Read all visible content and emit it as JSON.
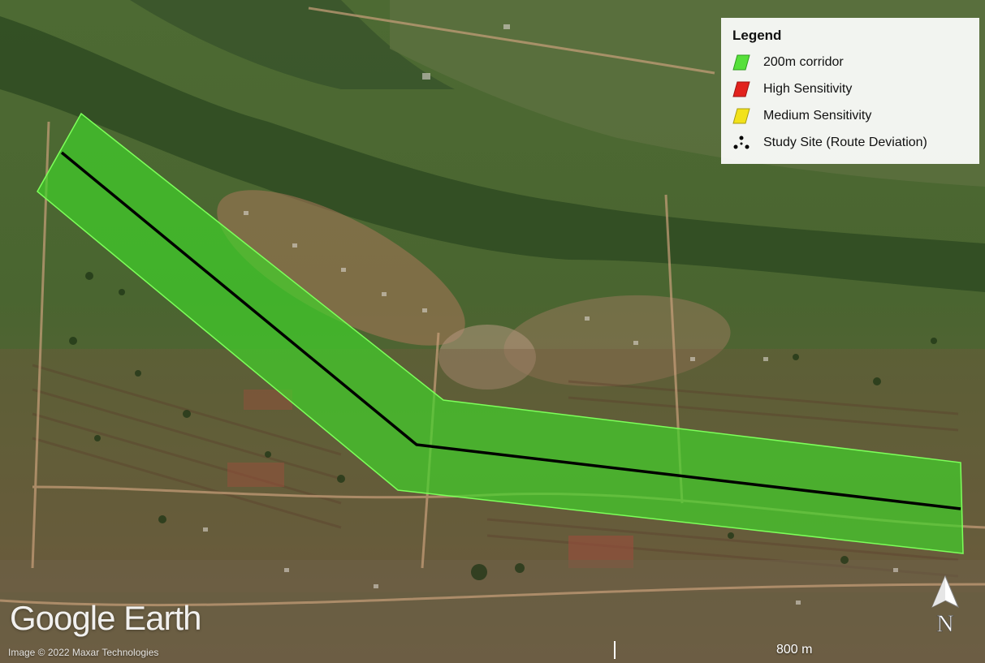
{
  "legend": {
    "title": "Legend",
    "items": [
      {
        "label": "200m corridor",
        "color": "#56e03a",
        "icon": "corridor-swatch"
      },
      {
        "label": "High Sensitivity",
        "color": "#e2221d",
        "icon": "high-sensitivity-swatch"
      },
      {
        "label": "Medium Sensitivity",
        "color": "#f2e21a",
        "icon": "medium-sensitivity-swatch"
      },
      {
        "label": "Study Site (Route Deviation)",
        "color": "#000000",
        "icon": "study-site-dots"
      }
    ]
  },
  "watermark": {
    "part1": "Google",
    "part2": " Earth"
  },
  "attribution": "Image © 2022 Maxar Technologies",
  "scale": {
    "label": "800 m"
  },
  "north_arrow": {
    "label": "N",
    "icon": "north-arrow-icon"
  },
  "colors": {
    "corridor_fill": "#3fd62a",
    "corridor_stroke": "#7dff5a",
    "route_line": "#000000"
  }
}
